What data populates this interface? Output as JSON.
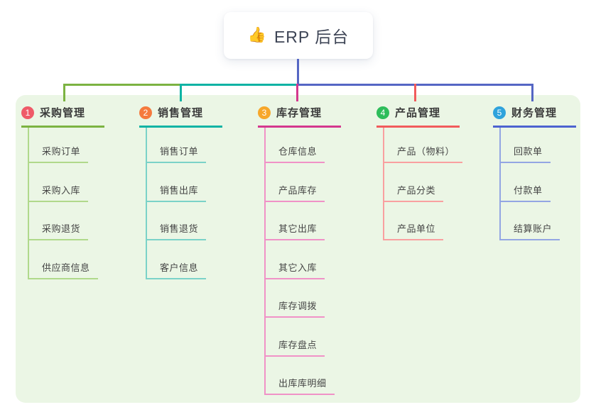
{
  "root": {
    "emoji": "👍",
    "label": "ERP 后台"
  },
  "colors": {
    "panel": "#EBF6E5",
    "trunk": "#5566C4",
    "background": "#FFFFFF",
    "header_text": "#3B3B3B",
    "item_text": "#454545"
  },
  "branches": [
    {
      "index": "1",
      "label": "采购管理",
      "badge_color": "#EF5A68",
      "line_color": "#7CB342",
      "item_line_color": "#B0D98B",
      "items": [
        "采购订单",
        "采购入库",
        "采购退货",
        "供应商信息"
      ]
    },
    {
      "index": "2",
      "label": "销售管理",
      "badge_color": "#F57A3D",
      "line_color": "#0DB3A4",
      "item_line_color": "#7BD2C8",
      "items": [
        "销售订单",
        "销售出库",
        "销售退货",
        "客户信息"
      ]
    },
    {
      "index": "3",
      "label": "库存管理",
      "badge_color": "#F7A72A",
      "line_color": "#D4388E",
      "item_line_color": "#F092C7",
      "items": [
        "仓库信息",
        "产品库存",
        "其它出库",
        "其它入库",
        "库存调拨",
        "库存盘点",
        "出库库明细"
      ]
    },
    {
      "index": "4",
      "label": "产品管理",
      "badge_color": "#2EBD5B",
      "line_color": "#F15B5C",
      "item_line_color": "#F9A0A0",
      "items": [
        "产品（物料）",
        "产品分类",
        "产品单位"
      ]
    },
    {
      "index": "5",
      "label": "财务管理",
      "badge_color": "#2FA3DC",
      "line_color": "#4D63D0",
      "item_line_color": "#93A6E3",
      "items": [
        "回款单",
        "付款单",
        "结算账户"
      ]
    }
  ]
}
